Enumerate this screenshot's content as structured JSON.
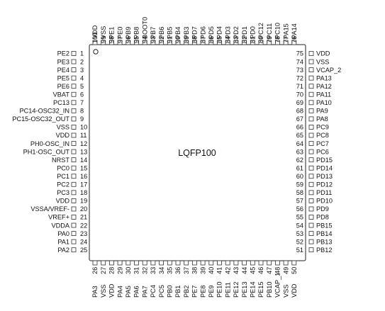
{
  "package_label": "LQFP100",
  "left_pins": [
    {
      "num": "1",
      "name": "PE2"
    },
    {
      "num": "2",
      "name": "PE3"
    },
    {
      "num": "3",
      "name": "PE4"
    },
    {
      "num": "4",
      "name": "PE5"
    },
    {
      "num": "5",
      "name": "PE6"
    },
    {
      "num": "6",
      "name": "VBAT"
    },
    {
      "num": "7",
      "name": "PC13"
    },
    {
      "num": "8",
      "name": "PC14-OSC32_IN"
    },
    {
      "num": "9",
      "name": "PC15-OSC32_OUT"
    },
    {
      "num": "10",
      "name": "VSS"
    },
    {
      "num": "11",
      "name": "VDD"
    },
    {
      "num": "12",
      "name": "PH0-OSC_IN"
    },
    {
      "num": "13",
      "name": "PH1-OSC_OUT"
    },
    {
      "num": "14",
      "name": "NRST"
    },
    {
      "num": "15",
      "name": "PC0"
    },
    {
      "num": "16",
      "name": "PC1"
    },
    {
      "num": "17",
      "name": "PC2"
    },
    {
      "num": "18",
      "name": "PC3"
    },
    {
      "num": "19",
      "name": "VDD"
    },
    {
      "num": "20",
      "name": "VSSA/VREF-"
    },
    {
      "num": "21",
      "name": "VREF+"
    },
    {
      "num": "22",
      "name": "VDDA"
    },
    {
      "num": "23",
      "name": "PA0"
    },
    {
      "num": "24",
      "name": "PA1"
    },
    {
      "num": "25",
      "name": "PA2"
    }
  ],
  "bottom_pins": [
    {
      "num": "26",
      "name": "PA3"
    },
    {
      "num": "27",
      "name": "VSS"
    },
    {
      "num": "28",
      "name": "VDD"
    },
    {
      "num": "29",
      "name": "PA4"
    },
    {
      "num": "30",
      "name": "PA5"
    },
    {
      "num": "31",
      "name": "PA6"
    },
    {
      "num": "32",
      "name": "PA7"
    },
    {
      "num": "33",
      "name": "PC4"
    },
    {
      "num": "34",
      "name": "PC5"
    },
    {
      "num": "35",
      "name": "PB0"
    },
    {
      "num": "36",
      "name": "PB1"
    },
    {
      "num": "37",
      "name": "PB2"
    },
    {
      "num": "38",
      "name": "PE7"
    },
    {
      "num": "39",
      "name": "PE8"
    },
    {
      "num": "40",
      "name": "PE9"
    },
    {
      "num": "41",
      "name": "PE10"
    },
    {
      "num": "42",
      "name": "PE11"
    },
    {
      "num": "43",
      "name": "PE12"
    },
    {
      "num": "44",
      "name": "PE13"
    },
    {
      "num": "45",
      "name": "PE14"
    },
    {
      "num": "46",
      "name": "PE15"
    },
    {
      "num": "47",
      "name": "PB10"
    },
    {
      "num": "48",
      "name": "VCAP_1"
    },
    {
      "num": "49",
      "name": "VSS"
    },
    {
      "num": "50",
      "name": "VDD"
    }
  ],
  "right_pins": [
    {
      "num": "75",
      "name": "VDD"
    },
    {
      "num": "74",
      "name": "VSS"
    },
    {
      "num": "73",
      "name": "VCAP_2"
    },
    {
      "num": "72",
      "name": "PA13"
    },
    {
      "num": "71",
      "name": "PA12"
    },
    {
      "num": "70",
      "name": "PA11"
    },
    {
      "num": "69",
      "name": "PA10"
    },
    {
      "num": "68",
      "name": "PA9"
    },
    {
      "num": "67",
      "name": "PA8"
    },
    {
      "num": "66",
      "name": "PC9"
    },
    {
      "num": "65",
      "name": "PC8"
    },
    {
      "num": "64",
      "name": "PC7"
    },
    {
      "num": "63",
      "name": "PC6"
    },
    {
      "num": "62",
      "name": "PD15"
    },
    {
      "num": "61",
      "name": "PD14"
    },
    {
      "num": "60",
      "name": "PD13"
    },
    {
      "num": "59",
      "name": "PD12"
    },
    {
      "num": "58",
      "name": "PD11"
    },
    {
      "num": "57",
      "name": "PD10"
    },
    {
      "num": "56",
      "name": "PD9"
    },
    {
      "num": "55",
      "name": "PD8"
    },
    {
      "num": "54",
      "name": "PB15"
    },
    {
      "num": "53",
      "name": "PB14"
    },
    {
      "num": "52",
      "name": "PB13"
    },
    {
      "num": "51",
      "name": "PB12"
    }
  ],
  "top_pins": [
    {
      "num": "100",
      "name": "VDD"
    },
    {
      "num": "99",
      "name": "VSS"
    },
    {
      "num": "98",
      "name": "PE1"
    },
    {
      "num": "97",
      "name": "PE0"
    },
    {
      "num": "96",
      "name": "PB9"
    },
    {
      "num": "95",
      "name": "PB8"
    },
    {
      "num": "94",
      "name": "BOOT0"
    },
    {
      "num": "93",
      "name": "PB7"
    },
    {
      "num": "92",
      "name": "PB6"
    },
    {
      "num": "91",
      "name": "PB5"
    },
    {
      "num": "90",
      "name": "PB4"
    },
    {
      "num": "89",
      "name": "PB3"
    },
    {
      "num": "88",
      "name": "PD7"
    },
    {
      "num": "87",
      "name": "PD6"
    },
    {
      "num": "86",
      "name": "PD5"
    },
    {
      "num": "85",
      "name": "PD4"
    },
    {
      "num": "84",
      "name": "PD3"
    },
    {
      "num": "83",
      "name": "PD2"
    },
    {
      "num": "82",
      "name": "PD1"
    },
    {
      "num": "81",
      "name": "PD0"
    },
    {
      "num": "80",
      "name": "PC12"
    },
    {
      "num": "79",
      "name": "PC11"
    },
    {
      "num": "78",
      "name": "PC10"
    },
    {
      "num": "77",
      "name": "PA15"
    },
    {
      "num": "76",
      "name": "PA14"
    }
  ],
  "colors": {
    "line": "#222222",
    "text": "#111111",
    "background": "#ffffff"
  }
}
